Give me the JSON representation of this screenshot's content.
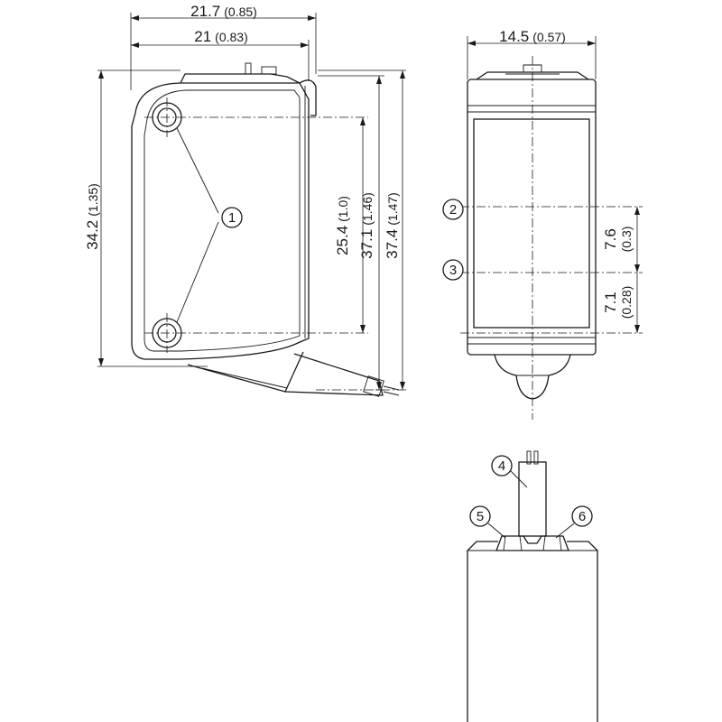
{
  "dimensions": {
    "width_overall": {
      "value": "21.7",
      "inch": "(0.85)"
    },
    "width_body": {
      "value": "21",
      "inch": "(0.83)"
    },
    "width_front": {
      "value": "14.5",
      "inch": "(0.57)"
    },
    "height_body": {
      "value": "34.2",
      "inch": "(1.35)"
    },
    "hole_spacing": {
      "value": "25.4",
      "inch": "(1.0)"
    },
    "height_mid": {
      "value": "37.1",
      "inch": "(1.46)"
    },
    "height_overall": {
      "value": "37.4",
      "inch": "(1.47)"
    },
    "optical_axis_offset": {
      "value": "7.6",
      "inch": "(0.3)"
    },
    "lower_offset": {
      "value": "7.1",
      "inch": "(0.28)"
    }
  },
  "callouts": {
    "c1": "1",
    "c2": "2",
    "c3": "3",
    "c4": "4",
    "c5": "5",
    "c6": "6"
  }
}
